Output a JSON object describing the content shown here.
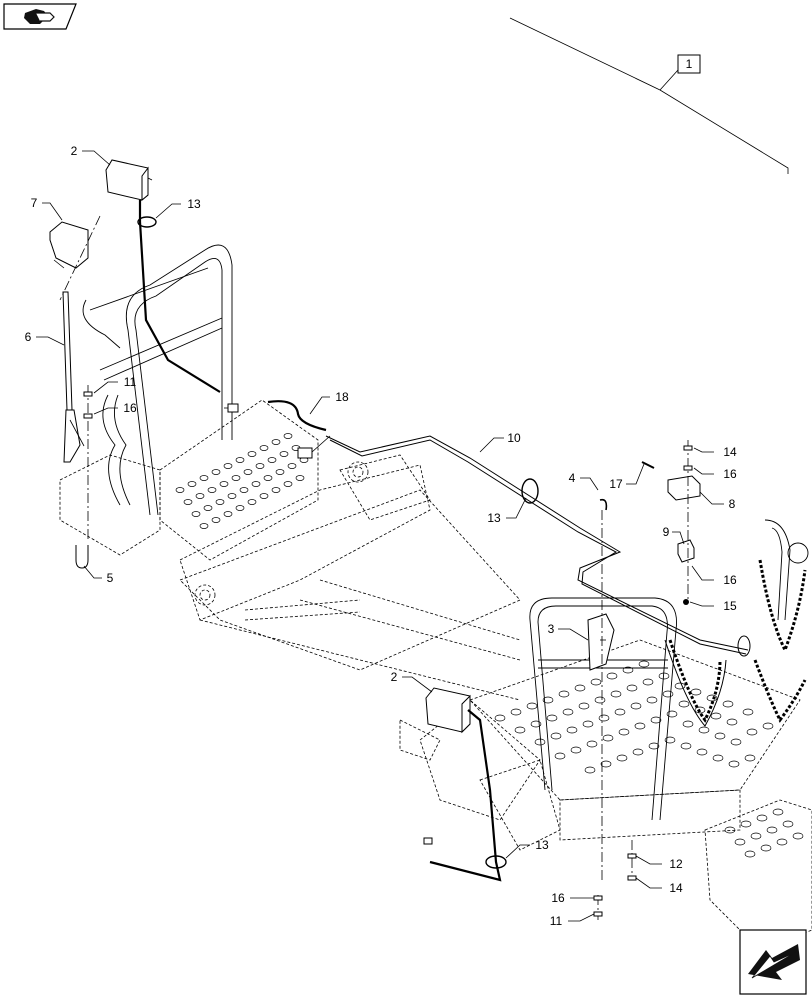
{
  "nav": {
    "back_icon": "hand-pointing-left-icon",
    "next_icon": "arrow-forward-to-next-page-icon"
  },
  "assembly_label": "1",
  "callouts": {
    "c2_top": "2",
    "c2_bottom": "2",
    "c3": "3",
    "c4": "4",
    "c5": "5",
    "c6": "6",
    "c7": "7",
    "c8": "8",
    "c9": "9",
    "c10": "10",
    "c11_left": "11",
    "c11_bottom": "11",
    "c12": "12",
    "c13_top": "13",
    "c13_mid": "13",
    "c13_bottom": "13",
    "c14_top": "14",
    "c14_bottom": "14",
    "c15": "15",
    "c16_left": "16",
    "c16_right_top": "16",
    "c16_right_mid": "16",
    "c16_bottom": "16",
    "c17": "17",
    "c18": "18"
  }
}
